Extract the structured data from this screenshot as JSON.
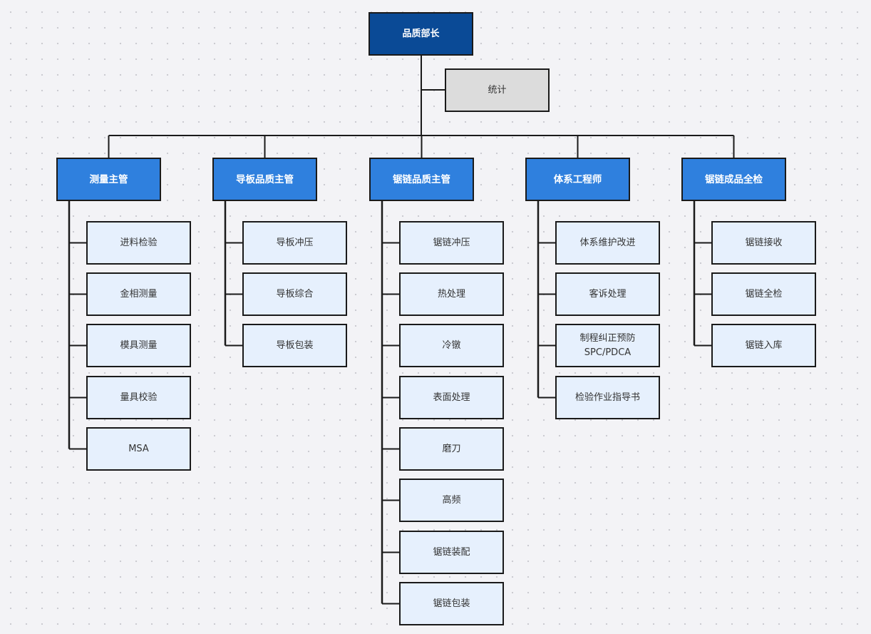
{
  "root": {
    "label": "品质部长"
  },
  "staff": {
    "label": "统计"
  },
  "departments": [
    {
      "label": "测量主管",
      "items": [
        "进料检验",
        "金相测量",
        "模具测量",
        "量具校验",
        "MSA"
      ]
    },
    {
      "label": "导板品质主管",
      "items": [
        "导板冲压",
        "导板综合",
        "导板包装"
      ]
    },
    {
      "label": "锯链品质主管",
      "items": [
        "锯链冲压",
        "热处理",
        "冷镦",
        "表面处理",
        "磨刀",
        "高频",
        "锯链装配",
        "锯链包装"
      ]
    },
    {
      "label": "体系工程师",
      "items": [
        "体系维护改进",
        "客诉处理",
        "制程纠正预防\nSPC/PDCA",
        "检验作业指导书"
      ]
    },
    {
      "label": "锯链成品全检",
      "items": [
        "锯链接收",
        "锯链全检",
        "锯链入库"
      ]
    }
  ],
  "colors": {
    "root": "#0a4a96",
    "head": "#2f80de",
    "item": "#e6f0fd",
    "staff": "#dcdcdc",
    "line": "#1a1a1a"
  }
}
